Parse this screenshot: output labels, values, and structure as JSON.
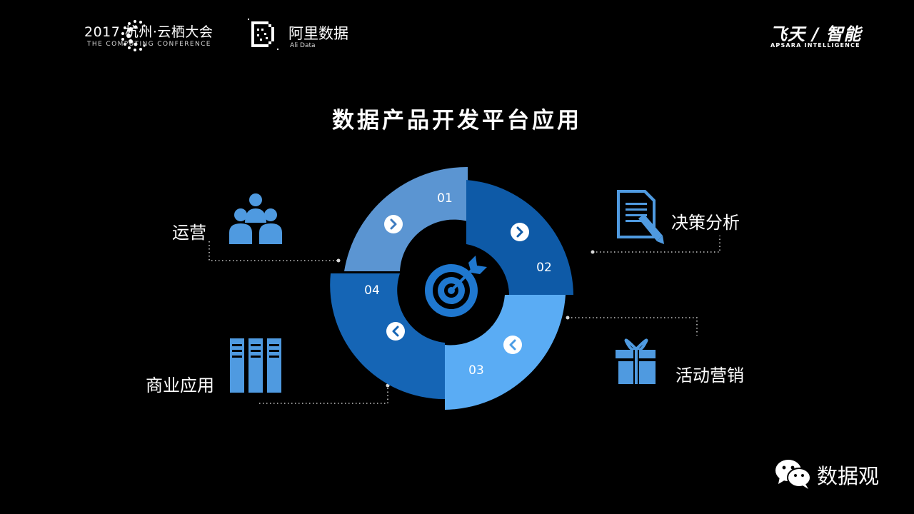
{
  "header": {
    "conference_title": "2017 杭州·云栖大会",
    "conference_subtitle": "THE COMPUTING CONFERENCE",
    "ali_title": "阿里数据",
    "ali_subtitle": "Ali Data",
    "apsara_title": "飞天 / 智能",
    "apsara_subtitle": "APSARA INTELLIGENCE"
  },
  "title": "数据产品开发平台应用",
  "diagram": {
    "segments": [
      {
        "number": "01",
        "color": "#5b95d2"
      },
      {
        "number": "02",
        "color": "#0e5aa7"
      },
      {
        "number": "03",
        "color": "#5aacf4"
      },
      {
        "number": "04",
        "color": "#1565b5"
      }
    ],
    "labels": {
      "operations": "运营",
      "decision": "决策分析",
      "campaign": "活动营销",
      "business": "商业应用"
    },
    "icon_color": "#4f9ae0"
  },
  "watermark": "数据观"
}
